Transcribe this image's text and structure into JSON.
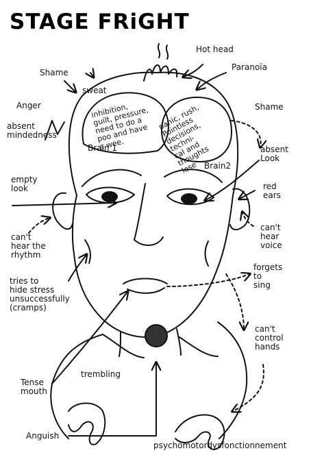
{
  "title": "STAGE FRiGHT",
  "labels": {
    "hot_head": "Hot head",
    "paranoia": "Paranoïa",
    "shame_top": "Shame",
    "sweat": "sweat",
    "anger": "Anger",
    "absent_mindedness": [
      "absent",
      "mindedness"
    ],
    "shame_right": "Shame",
    "absent_look": [
      "absent",
      "Look"
    ],
    "empty_look": [
      "empty",
      "look"
    ],
    "red_ears": [
      "red",
      "ears"
    ],
    "cant_hear_rhythm": [
      "can't",
      "hear the",
      "rhythm"
    ],
    "cant_hear_voice": [
      "can't",
      "hear",
      "voice"
    ],
    "tries_to_hide": [
      "tries to",
      "hide stress",
      "unsuccessfully",
      "(cramps)"
    ],
    "forgets_to_sing": [
      "forgets",
      "to",
      "sing"
    ],
    "cant_control_hands": [
      "can't",
      "control",
      "hands"
    ],
    "tense_mouth": [
      "Tense",
      "mouth"
    ],
    "trembling": "trembling",
    "anguish": "Anguish",
    "psychomotor": "psychomotordysfonctionnement"
  },
  "brains": {
    "brain1_label": "Brain 1",
    "brain1_text": [
      "inhibition,",
      "guilt, pressure,",
      "need to do a",
      "poo and have",
      "a wee."
    ],
    "brain2_label": "Brain2",
    "brain2_text": [
      "panic, rush, Pointless",
      "decisions, techni-",
      "cal and",
      "thoughts",
      "lose"
    ]
  }
}
